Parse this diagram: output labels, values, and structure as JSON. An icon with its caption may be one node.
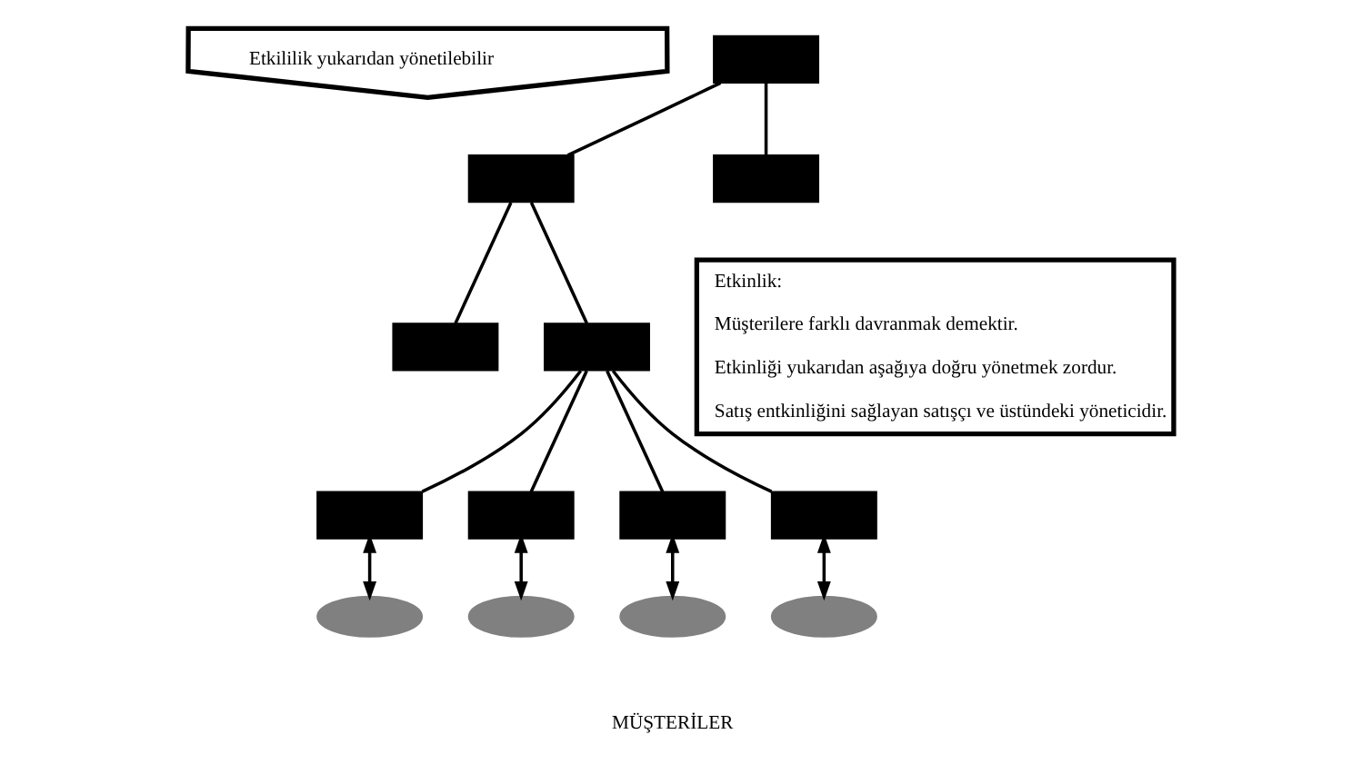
{
  "diagram": {
    "nodes": [
      {
        "text": [
          "Etkililik yukarıdan yönetilebilir"
        ]
      },
      {
        "text": [
          "Etkinlik:",
          "Müşterilere farklı davranmak demektir.",
          "Etkinliği yukarıdan aşağıya doğru yönetmek zordur.",
          "Satış entkinliğini sağlayan satışçı ve üstündeki yöneticidir."
        ]
      },
      {
        "text": [],
        "shape": "box"
      },
      {
        "text": [],
        "shape": "box"
      },
      {
        "text": [],
        "shape": "box"
      },
      {
        "text": [],
        "shape": "box"
      },
      {
        "text": [],
        "shape": "box"
      },
      {
        "text": [],
        "shape": "box"
      },
      {
        "text": [],
        "shape": "box"
      },
      {
        "text": [],
        "shape": "box"
      },
      {
        "text": [],
        "shape": "box"
      },
      {
        "text": [],
        "shape": "ellipse"
      },
      {
        "text": [],
        "shape": "ellipse"
      },
      {
        "text": [],
        "shape": "ellipse"
      },
      {
        "text": [],
        "shape": "ellipse"
      }
    ],
    "edges": [
      {
        "from": 2,
        "to": 3,
        "arrow": "none"
      },
      {
        "from": 2,
        "to": 4,
        "arrow": "none"
      },
      {
        "from": 3,
        "to": 5,
        "arrow": "none"
      },
      {
        "from": 3,
        "to": 6,
        "arrow": "none"
      },
      {
        "from": 6,
        "to": 7,
        "arrow": "none"
      },
      {
        "from": 6,
        "to": 8,
        "arrow": "none"
      },
      {
        "from": 6,
        "to": 9,
        "arrow": "none"
      },
      {
        "from": 6,
        "to": 10,
        "arrow": "none"
      },
      {
        "from": 7,
        "to": 11,
        "arrow": "both"
      },
      {
        "from": 8,
        "to": 12,
        "arrow": "both"
      },
      {
        "from": 9,
        "to": 13,
        "arrow": "both"
      },
      {
        "from": 10,
        "to": 14,
        "arrow": "both"
      }
    ],
    "labels": [
      "MÜŞTERİLER"
    ]
  }
}
